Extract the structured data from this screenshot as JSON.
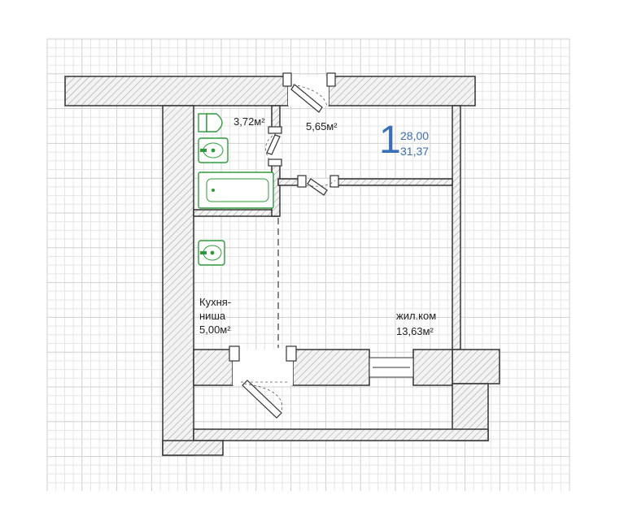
{
  "apartment": {
    "number": "1",
    "area_total": "28,00",
    "area_full": "31,37"
  },
  "rooms": [
    {
      "id": "bathroom",
      "area": "3,72м²"
    },
    {
      "id": "hall",
      "area": "5,65м²"
    },
    {
      "id": "kitchen",
      "name_line1": "Кухня-",
      "name_line2": "ниша",
      "area": "5,00м²"
    },
    {
      "id": "living",
      "name": "жил.ком",
      "area": "13,63м²"
    }
  ],
  "colors": {
    "accent": "#3b6fb6",
    "fixture": "#2e9a3a",
    "wall_stroke": "#333333",
    "grid_minor": "#e6e6e6",
    "grid_major": "#cfcfcf"
  },
  "icons": [
    "toilet-icon",
    "sink-icon",
    "bathtub-icon",
    "door-icon",
    "window-icon"
  ]
}
